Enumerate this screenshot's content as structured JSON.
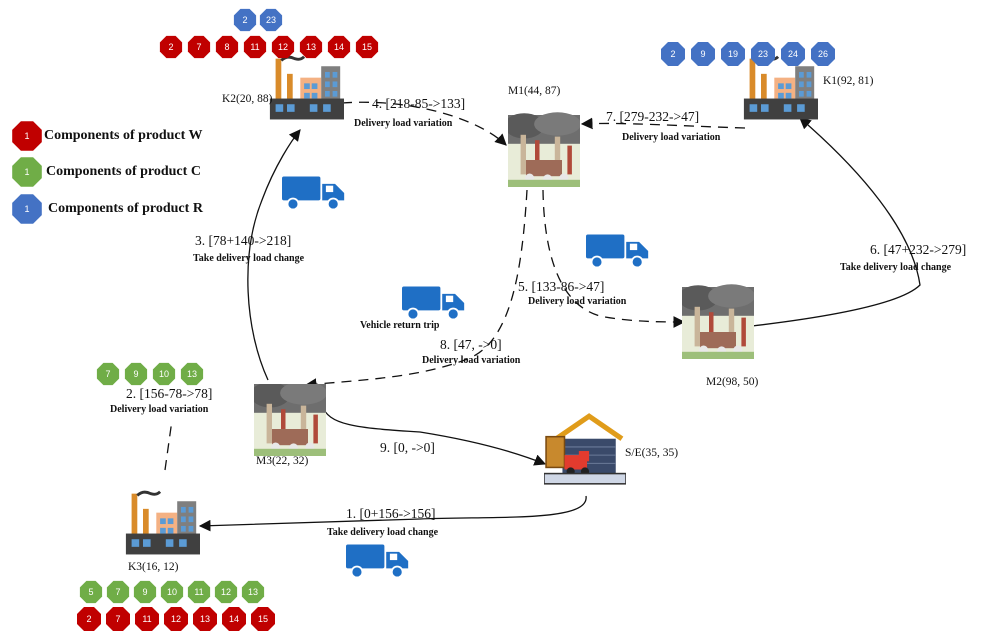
{
  "legend": [
    {
      "num": "1",
      "label": "Components of product W",
      "color": "#c00000"
    },
    {
      "num": "1",
      "label": "Components of product C",
      "color": "#70ad47"
    },
    {
      "num": "1",
      "label": "Components of product R",
      "color": "#4472c4"
    }
  ],
  "nodes": {
    "k1": {
      "label": "K1(92, 81)"
    },
    "k2": {
      "label": "K2(20, 88)"
    },
    "k3": {
      "label": "K3(16, 12)"
    },
    "m1": {
      "label": "M1(44, 87)"
    },
    "m2": {
      "label": "M2(98, 50)"
    },
    "m3": {
      "label": "M3(22, 32)"
    },
    "se": {
      "label": "S/E(35, 35)"
    }
  },
  "badges": {
    "k2_top": [
      "2",
      "23"
    ],
    "k2_bottom": [
      "2",
      "7",
      "8",
      "11",
      "12",
      "13",
      "14",
      "15"
    ],
    "k1_row": [
      "2",
      "9",
      "19",
      "23",
      "24",
      "26"
    ],
    "m3_row": [
      "7",
      "9",
      "10",
      "13"
    ],
    "k3_green": [
      "5",
      "7",
      "9",
      "10",
      "11",
      "12",
      "13"
    ],
    "k3_red": [
      "2",
      "7",
      "11",
      "12",
      "13",
      "14",
      "15"
    ]
  },
  "routes": [
    {
      "step": "1. [0+156->156]",
      "note": "Take delivery load change"
    },
    {
      "step": "2. [156-78->78]",
      "note": "Delivery load variation"
    },
    {
      "step": "3. [78+140->218]",
      "note": "Take delivery load change"
    },
    {
      "step": "4. [218-85->133]",
      "note": "Delivery load variation"
    },
    {
      "step": "5. [133-86->47]",
      "note": "Delivery load variation"
    },
    {
      "step": "6. [47+232->279]",
      "note": "Take delivery load change"
    },
    {
      "step": "7. [279-232->47]",
      "note": "Delivery load variation"
    },
    {
      "step": "8. [47, ->0]",
      "note": "Delivery load variation"
    },
    {
      "step": "9. [0, ->0]",
      "note": ""
    }
  ],
  "return_trip": "Vehicle return trip",
  "colors": {
    "red": "#c00000",
    "green": "#70ad47",
    "blue": "#4472c4",
    "truck": "#1f6fc5"
  }
}
